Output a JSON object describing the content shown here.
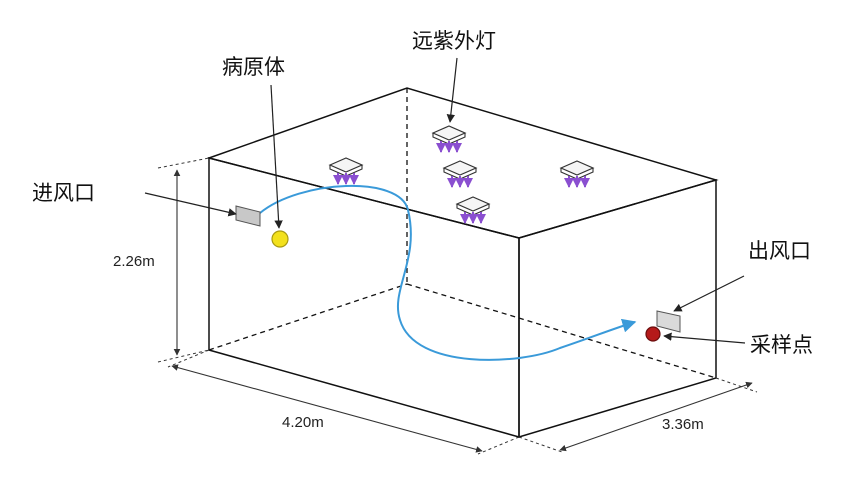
{
  "labels": {
    "pathogen": "病原体",
    "far_uv_lamp": "远紫外灯",
    "inlet": "进风口",
    "outlet": "出风口",
    "sampling_point": "采样点"
  },
  "dimensions": {
    "height": "2.26m",
    "length": "4.20m",
    "width": "3.36m"
  },
  "colors": {
    "airflow": "#3a9ad9",
    "pathogen": "#f3e11c",
    "sampling_point": "#b51a1a",
    "lamp_arrow": "#8a4fd0",
    "vent": "#c8c8c8"
  },
  "lamp_count": 5
}
